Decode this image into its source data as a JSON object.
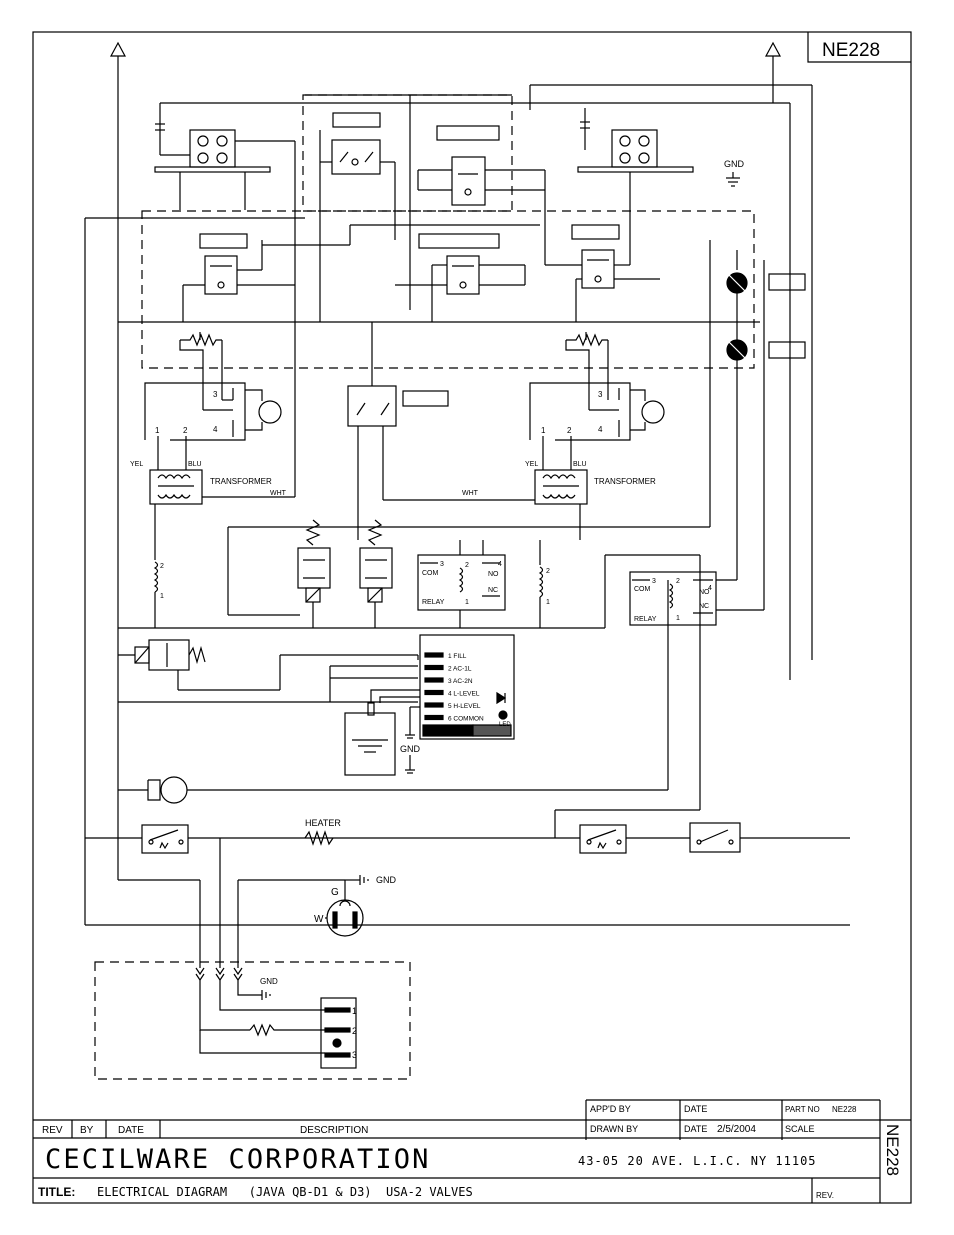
{
  "sheet_number": "NE228",
  "labels": {
    "gnd": "GND",
    "transformer": "TRANSFORMER",
    "yel": "YEL",
    "blu": "BLU",
    "wht": "WHT",
    "t1": "1",
    "t2": "2",
    "t3": "3",
    "t4": "4",
    "relay": "RELAY",
    "com": "COM",
    "no": "NO",
    "nc": "NC",
    "heater": "HEATER",
    "g": "G",
    "w": "W",
    "led": "LED"
  },
  "controller_terminals": [
    "1 FILL",
    "2 AC-1L",
    "3 AC-2N",
    "4 L-LEVEL",
    "5 H-LEVEL",
    "6 COMMON"
  ],
  "title_block": {
    "appd_by": "APP'D BY",
    "date": "DATE",
    "part_no": "PART NO",
    "part_no_value": "NE228",
    "rev": "REV",
    "by": "BY",
    "date_col": "DATE",
    "description": "DESCRIPTION",
    "drawn_by": "DRAWN BY",
    "date2": "DATE",
    "date2_value": "2/5/2004",
    "scale": "SCALE",
    "company": "CECILWARE CORPORATION",
    "address": "43-05 20 AVE. L.I.C. NY 11105",
    "title_label": "TITLE:",
    "title_value": "ELECTRICAL DIAGRAM   (JAVA QB-D1 & D3)  USA-2 VALVES",
    "rev2": "REV.",
    "vertical_number": "NE228"
  }
}
